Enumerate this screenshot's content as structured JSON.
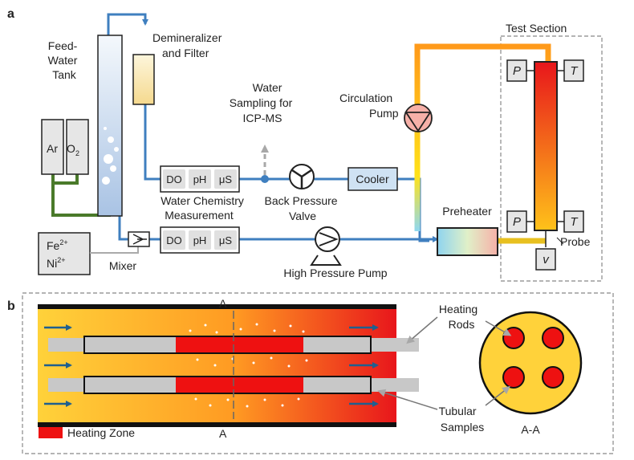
{
  "panel_a": {
    "letter": "a",
    "feed_water_tank": [
      "Feed-",
      "Water",
      "Tank"
    ],
    "gas_ar": "Ar",
    "gas_o2": "O",
    "gas_o2_sub": "2",
    "demineralizer": [
      "Demineralizer",
      "and Filter"
    ],
    "sampling": [
      "Water",
      "Sampling for",
      "ICP-MS"
    ],
    "circulation_pump": [
      "Circulation",
      "Pump"
    ],
    "test_section": "Test Section",
    "sensor_do": "DO",
    "sensor_ph": "pH",
    "sensor_us": "μS",
    "water_chem": [
      "Water Chemistry",
      "Measurement"
    ],
    "back_pressure_valve": [
      "Back Pressure",
      "Valve"
    ],
    "cooler": "Cooler",
    "preheater": "Preheater",
    "ions_fe": "Fe",
    "ions_fe_sup": "2+",
    "ions_ni": "Ni",
    "ions_ni_sup": "2+",
    "mixer": "Mixer",
    "high_pressure_pump": "High Pressure Pump",
    "probe": "Probe",
    "label_p": "P",
    "label_t": "T",
    "label_v": "v"
  },
  "panel_b": {
    "letter": "b",
    "section_label": "A",
    "heating_rods": [
      "Heating",
      "Rods"
    ],
    "tubular_samples": [
      "Tubular",
      "Samples"
    ],
    "cross_section": "A-A",
    "legend_heating_zone": "Heating Zone"
  },
  "colors": {
    "pipe_blue": "#3f7fbf",
    "pipe_green": "#4a7a2a",
    "heating_red": "#ee1111",
    "hot_gradient_start": "#ffd23a",
    "hot_gradient_end": "#e8161b",
    "sample_grey": "#c8c8c8",
    "cooler_fill": "#cfe2f3",
    "box_grey": "#e0e0e0"
  }
}
